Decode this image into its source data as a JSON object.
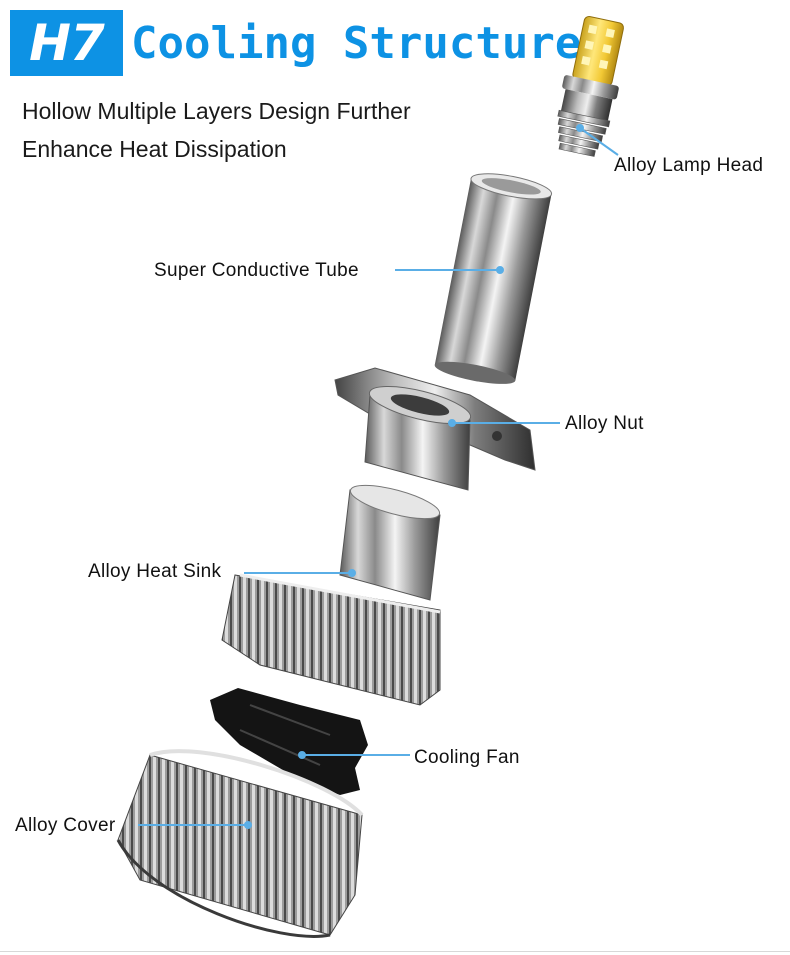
{
  "header": {
    "badge": "H7",
    "title": "Cooling Structure",
    "subtitle": "Hollow Multiple Layers Design Further Enhance Heat Dissipation"
  },
  "components": {
    "lamp_head": "Alloy Lamp Head",
    "tube": "Super Conductive Tube",
    "nut": "Alloy Nut",
    "heat_sink": "Alloy Heat Sink",
    "fan": "Cooling Fan",
    "cover": "Alloy Cover"
  },
  "colors": {
    "accent": "#0d92e4",
    "callout_line": "#5aaee6",
    "led_chip": "#f5d34a"
  }
}
